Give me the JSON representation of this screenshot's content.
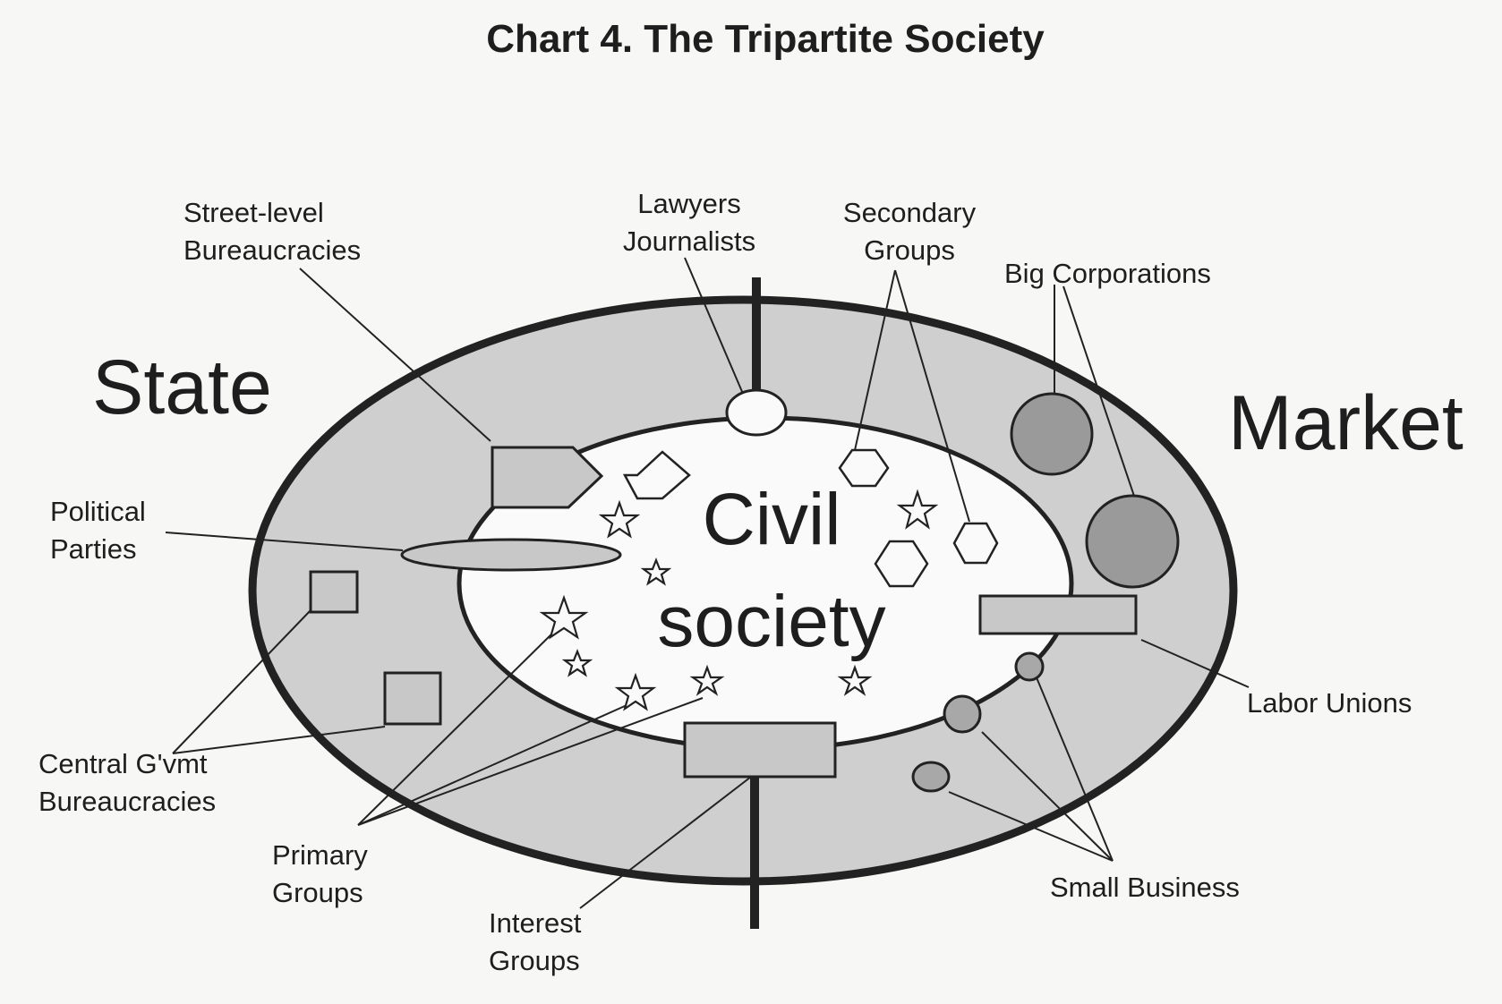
{
  "title": "Chart 4. The Tripartite Society",
  "regions": {
    "state": "State",
    "market": "Market",
    "civil_line1": "Civil",
    "civil_line2": "society"
  },
  "labels": {
    "street_level": [
      "Street-level",
      "Bureaucracies"
    ],
    "lawyers": [
      "Lawyers",
      "Journalists"
    ],
    "secondary": [
      "Secondary",
      "Groups"
    ],
    "big_corporations": "Big Corporations",
    "political_parties": [
      "Political",
      "Parties"
    ],
    "central_govt": [
      "Central G'vmt",
      "Bureaucracies"
    ],
    "primary_groups": [
      "Primary",
      "Groups"
    ],
    "interest_groups": [
      "Interest",
      "Groups"
    ],
    "labor_unions": "Labor Unions",
    "small_business": "Small Business"
  },
  "colors": {
    "outer_ring_fill": "#cfcfcf",
    "inner_fill": "#fafafa",
    "shape_fill": "#c8c8c8",
    "corporation_fill": "#9a9a9a",
    "small_business_fill": "#a8a8a8",
    "outline": "#222222"
  }
}
